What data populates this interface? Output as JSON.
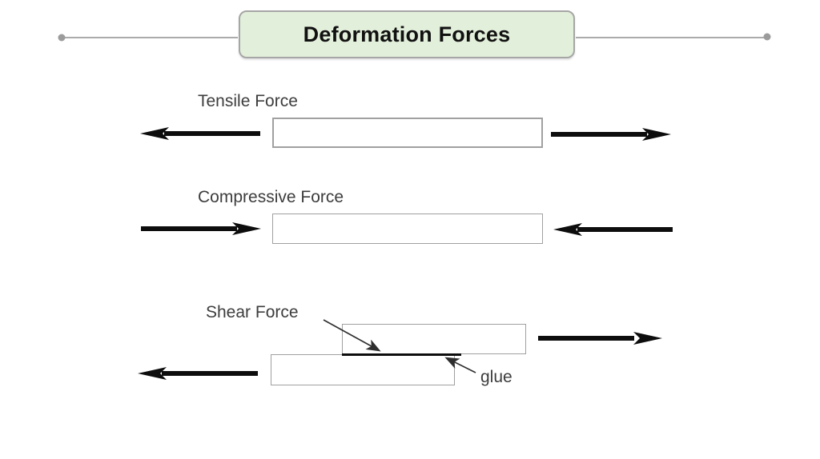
{
  "slide": {
    "title": "Deformation Forces",
    "sections": [
      {
        "id": "tensile",
        "label": "Tensile Force"
      },
      {
        "id": "compressive",
        "label": "Compressive Force"
      },
      {
        "id": "shear",
        "label": "Shear Force"
      }
    ],
    "glue_label": "glue",
    "icons": {
      "tensile_left": "thick-arrow-left",
      "tensile_right": "thick-arrow-right",
      "compressive_left": "thick-arrow-right",
      "compressive_right": "thick-arrow-left",
      "shear_right": "thick-arrow-right",
      "shear_left": "thick-arrow-left",
      "shear_pointer": "thin-arrow-down-right",
      "glue_pointer": "thin-arrow-up-left"
    },
    "colors": {
      "title_fill": "#e2efda",
      "title_border": "#a6a6a6",
      "title_text": "#111111",
      "connector_line": "#ababab",
      "connector_dot": "#9b9b9b",
      "label_text": "#3d3d3d",
      "box_border": "#a0a0a0",
      "arrow": "#0d0d0d",
      "pointer": "#2e2e2e"
    }
  }
}
